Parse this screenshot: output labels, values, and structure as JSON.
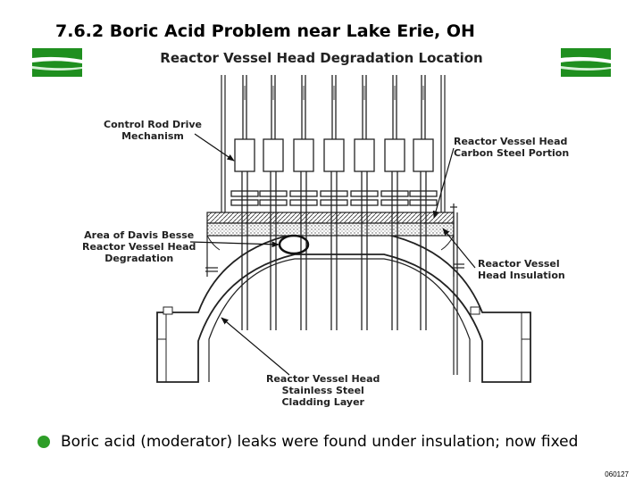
{
  "slide": {
    "title": "7.6.2 Boric Acid Problem near Lake Erie, OH",
    "diagram_title": "Reactor Vessel Head Degradation Location",
    "labels": {
      "crdm": [
        "Control Rod Drive",
        "Mechanism"
      ],
      "carbon_steel": [
        "Reactor Vessel Head",
        "Carbon Steel Portion"
      ],
      "davis_besse": [
        "Area of Davis Besse",
        "Reactor Vessel Head",
        "Degradation"
      ],
      "insulation": [
        "Reactor Vessel",
        "Head Insulation"
      ],
      "cladding": [
        "Reactor Vessel Head",
        "Stainless Steel",
        "Cladding Layer"
      ]
    },
    "bullet": "Boric acid (moderator) leaks were found under insulation; now fixed",
    "slide_code": "060127",
    "colors": {
      "accent_green": "#2e9e28",
      "deco_green": "#1f8f1f"
    }
  }
}
